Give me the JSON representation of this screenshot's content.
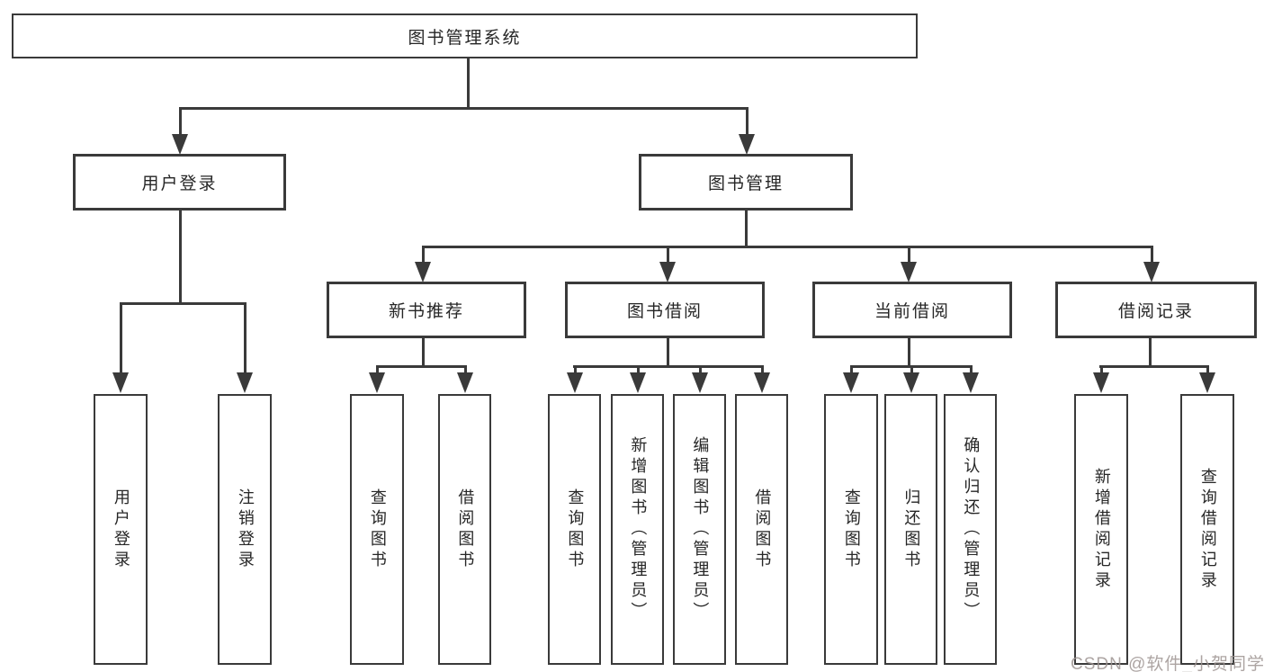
{
  "diagram": {
    "title": "图书管理系统",
    "root": {
      "label": "图书管理系统"
    },
    "level1": [
      {
        "label": "用户登录"
      },
      {
        "label": "图书管理"
      }
    ],
    "level2": [
      {
        "label": "新书推荐",
        "parent": "图书管理"
      },
      {
        "label": "图书借阅",
        "parent": "图书管理"
      },
      {
        "label": "当前借阅",
        "parent": "图书管理"
      },
      {
        "label": "借阅记录",
        "parent": "图书管理"
      }
    ],
    "leaves": [
      {
        "label": "用户登录",
        "parent": "用户登录"
      },
      {
        "label": "注销登录",
        "parent": "用户登录"
      },
      {
        "label": "查询图书",
        "parent": "新书推荐"
      },
      {
        "label": "借阅图书",
        "parent": "新书推荐"
      },
      {
        "label": "查询图书",
        "parent": "图书借阅"
      },
      {
        "label": "新增图书（管理员）",
        "parent": "图书借阅"
      },
      {
        "label": "编辑图书（管理员）",
        "parent": "图书借阅"
      },
      {
        "label": "借阅图书",
        "parent": "图书借阅"
      },
      {
        "label": "查询图书",
        "parent": "当前借阅"
      },
      {
        "label": "归还图书",
        "parent": "当前借阅"
      },
      {
        "label": "确认归还（管理员）",
        "parent": "当前借阅"
      },
      {
        "label": "新增借阅记录",
        "parent": "借阅记录"
      },
      {
        "label": "查询借阅记录",
        "parent": "借阅记录"
      }
    ],
    "colors": {
      "line": "#3a3a3a",
      "text": "#262626",
      "background": "#ffffff"
    }
  },
  "watermark": {
    "text": "CSDN @软件_小贺同学",
    "color": "#9e9492"
  }
}
